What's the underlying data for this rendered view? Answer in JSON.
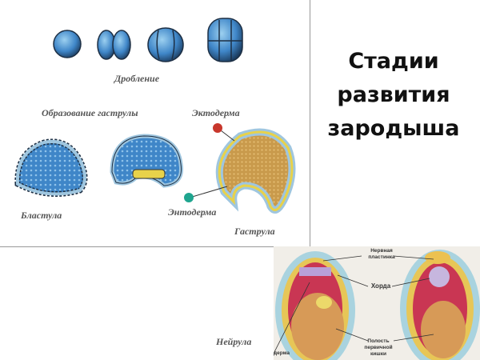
{
  "slide": {
    "title_lines": [
      "Стадии",
      "развития",
      "зародыша"
    ]
  },
  "top_figure": {
    "cleavage_label": "Дробление",
    "gastrulation_label": "Образование гаструлы",
    "ectoderm_label": "Эктодерма",
    "endoderm_label": "Энтодерма",
    "blastula_label": "Бластула",
    "gastrula_label": "Гаструла"
  },
  "neurula_figure": {
    "label": "Нейрула",
    "neural_plate_label": "Нервная пластинка",
    "notochord_label": "Хорда",
    "gut_cavity_label": "Полость первичной кишки",
    "derm_label_fragment": "дерма"
  },
  "colors": {
    "cell_blue": "#3f86c8",
    "endoderm_yellow": "#e8d24a",
    "ectoderm_dot": "#c8372c",
    "endoderm_dot": "#1fa58f"
  }
}
